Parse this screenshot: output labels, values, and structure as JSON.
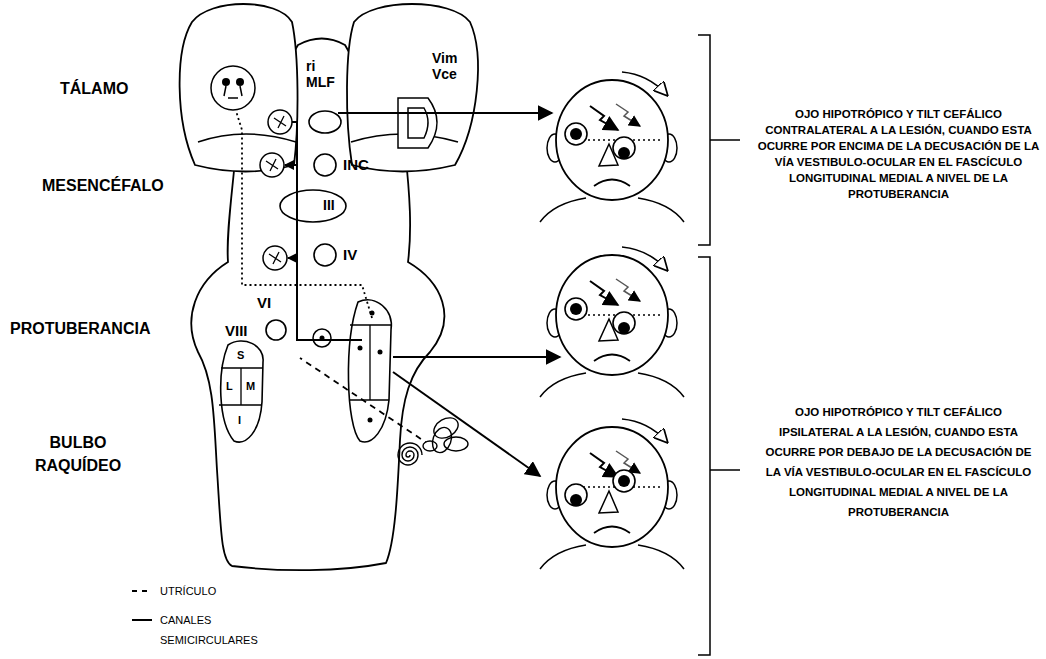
{
  "diagram": {
    "nodes": [
      {
        "text": [
          "ri MLF"
        ]
      },
      {
        "text": [
          "INC"
        ]
      },
      {
        "text": [
          "III"
        ]
      },
      {
        "text": [
          "IV"
        ]
      },
      {
        "text": [
          "VI"
        ]
      }
    ],
    "labels": [
      "TÁLAMO",
      "MESENCÉFALO",
      "PROTUBERANCIA",
      "BULBO RAQUÍDEO",
      "Vim Vce",
      "VIII",
      "S",
      "L",
      "M",
      "I",
      "OJO HIPOTRÓPICO Y TILT CEFÁLICO CONTRALATERAL A LA LESIÓN, CUANDO ESTA OCURRE POR ENCIMA DE LA DECUSACIÓN DE LA VÍA VESTIBULO-OCULAR EN EL FASCÍCULO LONGITUDINAL MEDIAL A NIVEL DE LA PROTUBERANCIA",
      "OJO HIPOTRÓPICO Y TILT CEFÁLICO IPSILATERAL A LA LESIÓN, CUANDO ESTA OCURRE POR DEBAJO DE LA DECUSACIÓN DE LA VÍA VESTIBULO-OCULAR EN EL FASCÍCULO LONGITUDINAL MEDIAL A NIVEL DE LA PROTUBERANCIA"
    ],
    "legend": [
      {
        "text": "UTRÍCULO"
      },
      {
        "text": "CANALES SEMICIRCULARES"
      }
    ]
  }
}
